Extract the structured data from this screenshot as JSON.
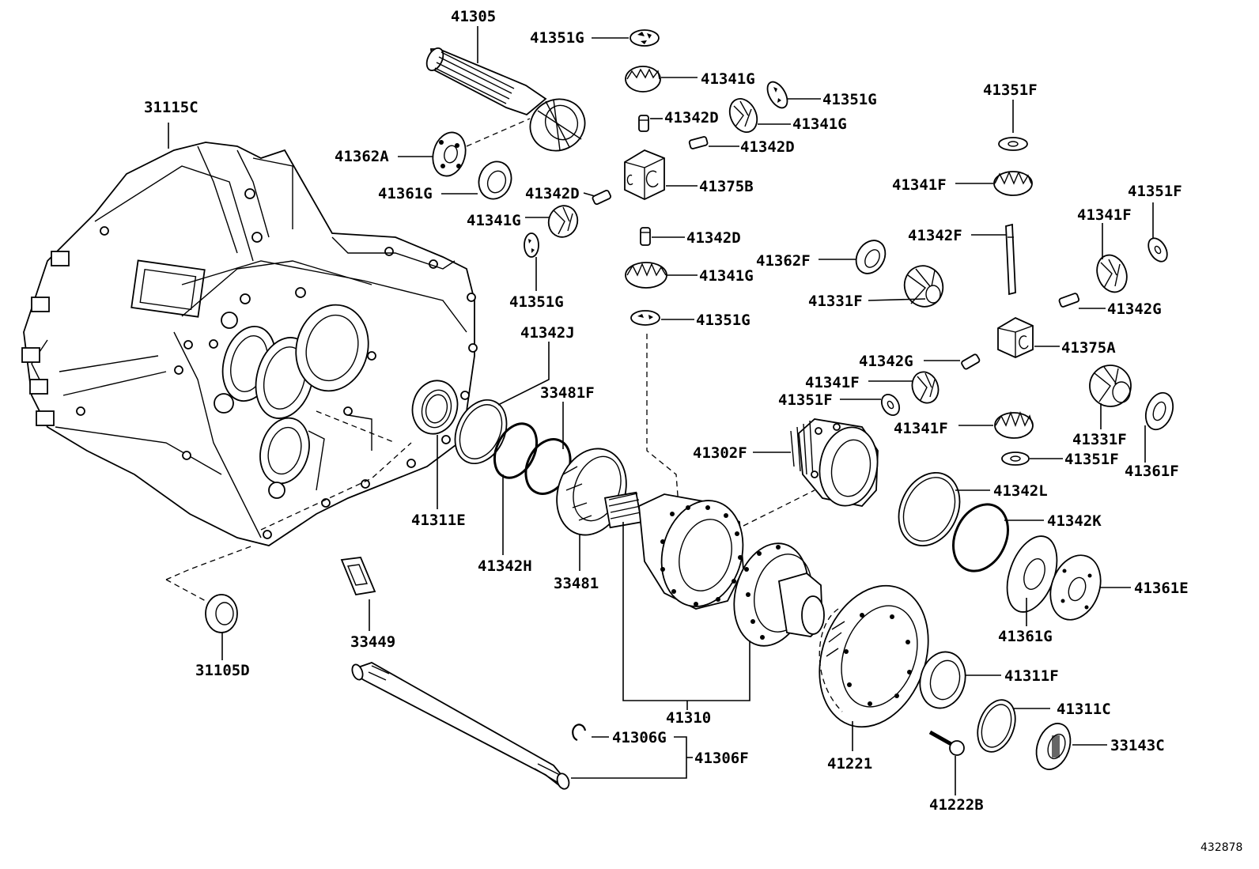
{
  "diagram": {
    "id": "432878",
    "labels": {
      "l41305": "41305",
      "l41351G_a": "41351G",
      "l41341G_a": "41341G",
      "l41351G_b": "41351G",
      "l41342D_a": "41342D",
      "l41341G_b": "41341G",
      "l41342D_b": "41342D",
      "l31115C": "31115C",
      "l41362A": "41362A",
      "l41361G_a": "41361G",
      "l41342D_c": "41342D",
      "l41375B": "41375B",
      "l41341G_c": "41341G",
      "l41342D_d": "41342D",
      "l41341G_d": "41341G",
      "l41351G_c": "41351G",
      "l41351G_d": "41351G",
      "l41342J": "41342J",
      "l33481F": "33481F",
      "l41351F_a": "41351F",
      "l41341F_a": "41341F",
      "l41351F_b": "41351F",
      "l41341F_b": "41341F",
      "l41342F": "41342F",
      "l41362F": "41362F",
      "l41331F_a": "41331F",
      "l41342G_a": "41342G",
      "l41375A": "41375A",
      "l41342G_b": "41342G",
      "l41341F_c": "41341F",
      "l41351F_c": "41351F",
      "l41341F_d": "41341F",
      "l41331F_b": "41331F",
      "l41302F": "41302F",
      "l41351F_d": "41351F",
      "l41361F": "41361F",
      "l41342L": "41342L",
      "l41342K": "41342K",
      "l41361E": "41361E",
      "l41361G_b": "41361G",
      "l41311E": "41311E",
      "l41342H": "41342H",
      "l33481": "33481",
      "l33449": "33449",
      "l31105D": "31105D",
      "l41310": "41310",
      "l41311F": "41311F",
      "l41311C": "41311C",
      "l33143C": "33143C",
      "l41306G": "41306G",
      "l41306F": "41306F",
      "l41221": "41221",
      "l41222B": "41222B"
    }
  }
}
